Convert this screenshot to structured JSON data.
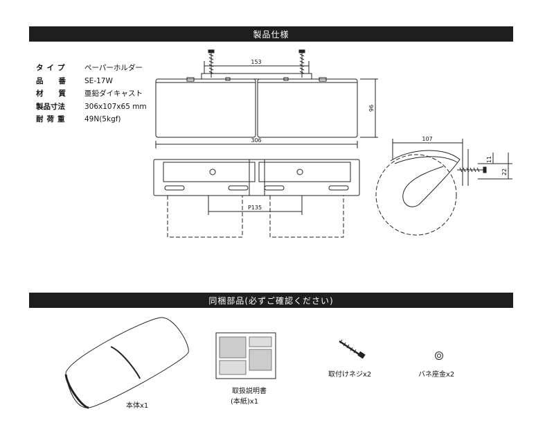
{
  "sections": {
    "specs_title": "製品仕様",
    "contents_title": "同梱部品(必ずご確認ください)"
  },
  "specs": [
    {
      "label": "タイプ",
      "value": "ペーパーホルダー"
    },
    {
      "label": "品番",
      "value": "SE-17W"
    },
    {
      "label": "材質",
      "value": "亜鉛ダイキャスト"
    },
    {
      "label": "製品寸法",
      "value": "306x107x65 mm"
    },
    {
      "label": "耐荷重",
      "value": "49N(5kgf)"
    }
  ],
  "dimensions": {
    "screw_span": "153",
    "height": "96",
    "width": "306",
    "pitch": "P135",
    "depth": "107",
    "side_a": "11",
    "side_b": "22"
  },
  "parts": [
    {
      "name": "本体x1"
    },
    {
      "name": "取扱説明書",
      "note": "(本紙)x1"
    },
    {
      "name": "取付けネジx2"
    },
    {
      "name": "バネ座金x2"
    }
  ]
}
